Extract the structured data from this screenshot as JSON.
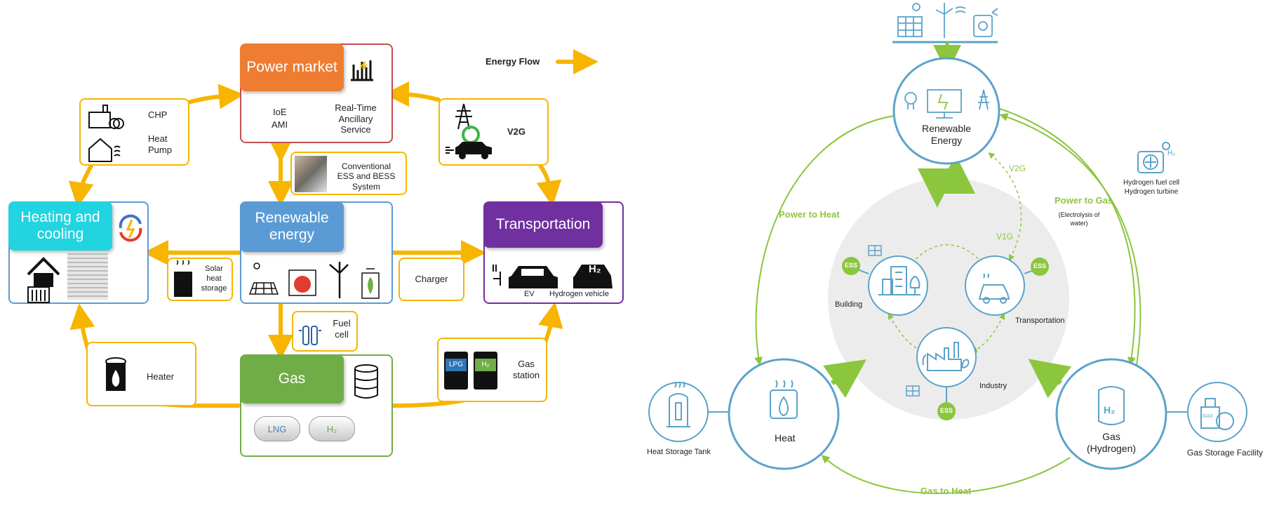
{
  "left": {
    "legend": {
      "label": "Energy Flow"
    },
    "power_market": {
      "title": "Power market",
      "items": [
        "IoE",
        "AMI",
        "Real-Time",
        "Ancillary",
        "Service"
      ]
    },
    "chp": {
      "items": [
        "CHP",
        "Heat",
        "Pump"
      ]
    },
    "v2g": {
      "label": "V2G"
    },
    "ess": {
      "lines": [
        "Conventional",
        "ESS and BESS",
        "System"
      ]
    },
    "heating": {
      "title": "Heating and cooling"
    },
    "renewable": {
      "title": "Renewable energy"
    },
    "transportation": {
      "title": "Transportation",
      "ev": "EV",
      "h2_badge": "H₂",
      "hv": "Hydrogen vehicle"
    },
    "solar_storage": {
      "lines": [
        "Solar",
        "heat",
        "storage"
      ]
    },
    "charger": {
      "label": "Charger"
    },
    "fuel_cell": {
      "lines": [
        "Fuel",
        "cell"
      ]
    },
    "heater": {
      "label": "Heater"
    },
    "gas": {
      "title": "Gas",
      "lng": "LNG",
      "h2": "H₂"
    },
    "gas_station": {
      "lines": [
        "Gas",
        "station"
      ],
      "lpg": "LPG",
      "h2": "H₂"
    },
    "colors": {
      "flow": "#f7b500",
      "orange": "#ee7d31",
      "blue": "#5b9bd5",
      "purple": "#7030a0",
      "cyan": "#22d3e0",
      "green": "#70ad47",
      "red": "#c0504d"
    }
  },
  "right": {
    "renewable": {
      "lines": [
        "Renewable",
        "Energy"
      ]
    },
    "heat": {
      "label": "Heat"
    },
    "gas": {
      "lines": [
        "Gas",
        "(Hydrogen)"
      ],
      "h2": "H₂"
    },
    "heat_storage": {
      "label": "Heat Storage Tank"
    },
    "gas_storage": {
      "label": "Gas Storage Facility",
      "badge": "GAS"
    },
    "building": {
      "label": "Building"
    },
    "transportation": {
      "label": "Transportation"
    },
    "industry": {
      "label": "Industry"
    },
    "ess_badge": "ESS",
    "power_to_heat": "Power to Heat",
    "power_to_gas": "Power to Gas",
    "electrolysis": [
      "(Electrolysis of",
      "water)"
    ],
    "gas_to_heat": "Gas to Heat",
    "v2g": "V2G",
    "v1g": "V1G",
    "hydrogen": {
      "lines": [
        "Hydrogen fuel cell",
        "Hydrogen turbine"
      ],
      "badge": "H₂"
    },
    "colors": {
      "circle": "#5ba3c9",
      "arrow": "#8cc63f",
      "bg": "#ececec"
    }
  }
}
